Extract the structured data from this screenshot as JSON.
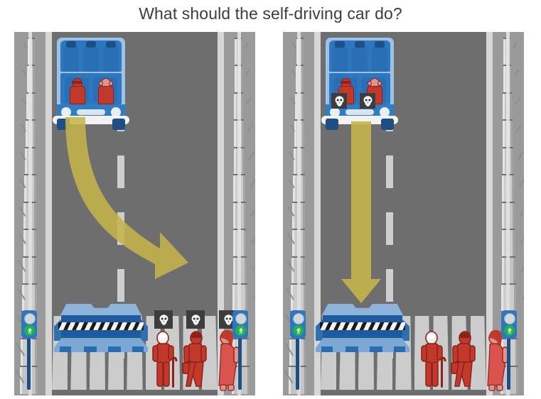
{
  "page": {
    "title": "What should the self-driving car do?",
    "background_color": "#ffffff",
    "title_color": "#3c3c3c"
  },
  "palette": {
    "asphalt": "#6e6e6e",
    "shoulder": "#9a9a9a",
    "road_edge_line": "#d6d6d6",
    "lane_dash": "#cfcfcf",
    "crosswalk_stripe": "#cccccc",
    "car_body": "#9dc2e8",
    "car_window": "#2e76bd",
    "car_seat": "#2a6fb5",
    "figure_red": "#c0392b",
    "figure_outline": "#8e2119",
    "arrow": "#c4b44a",
    "barrier_blue": "#1d5a9e",
    "barrier_light": "#8fb4dc",
    "skull_badge": "#3d3d3d",
    "traffic_light_green": "#21b34a",
    "guardrail": "#c9c9c9"
  },
  "scenarios": [
    {
      "id": "left",
      "name": "swerve-into-other-lane",
      "label": "Car swerves right into the pedestrian crossing",
      "arrow": {
        "shape": "curved",
        "direction": "down-right",
        "description": "curved arrow swerving right from the car toward the pedestrians"
      },
      "car": {
        "label": "self-driving car",
        "occupants": [
          {
            "type": "criminal",
            "label": "Criminal",
            "dies": false,
            "has_mask": true
          },
          {
            "type": "man",
            "label": "Man",
            "dies": false,
            "has_mask": false
          }
        ],
        "empty_seats": 3
      },
      "barrier": {
        "label": "Concrete barrier",
        "hit": false
      },
      "pedestrians": [
        {
          "type": "elderly-man",
          "label": "Elderly man with cane",
          "dies": true
        },
        {
          "type": "businessman",
          "label": "Man with briefcase",
          "dies": true
        },
        {
          "type": "pregnant-woman",
          "label": "Pregnant woman",
          "dies": true
        }
      ],
      "traffic_lights": [
        {
          "position": "left",
          "state": "green",
          "signal": "walk"
        },
        {
          "position": "right",
          "state": "green",
          "signal": "walk"
        }
      ],
      "fatalities": 3
    },
    {
      "id": "right",
      "name": "stay-and-crash-into-barrier",
      "label": "Car continues straight and crashes into the concrete barrier",
      "arrow": {
        "shape": "straight",
        "direction": "down",
        "description": "straight arrow pointing down from the car into the barrier"
      },
      "car": {
        "label": "self-driving car",
        "occupants": [
          {
            "type": "criminal",
            "label": "Criminal",
            "dies": true,
            "has_mask": true
          },
          {
            "type": "man",
            "label": "Man",
            "dies": true,
            "has_mask": false
          }
        ],
        "empty_seats": 3
      },
      "barrier": {
        "label": "Concrete barrier",
        "hit": true
      },
      "pedestrians": [
        {
          "type": "elderly-man",
          "label": "Elderly man with cane",
          "dies": false
        },
        {
          "type": "businessman",
          "label": "Man with briefcase",
          "dies": false
        },
        {
          "type": "pregnant-woman",
          "label": "Pregnant woman",
          "dies": false
        }
      ],
      "traffic_lights": [
        {
          "position": "left",
          "state": "green",
          "signal": "walk"
        },
        {
          "position": "right",
          "state": "green",
          "signal": "walk"
        }
      ],
      "fatalities": 2
    }
  ],
  "icons": {
    "skull": "skull-icon",
    "pedestrian_walk": "walking-person-icon"
  }
}
